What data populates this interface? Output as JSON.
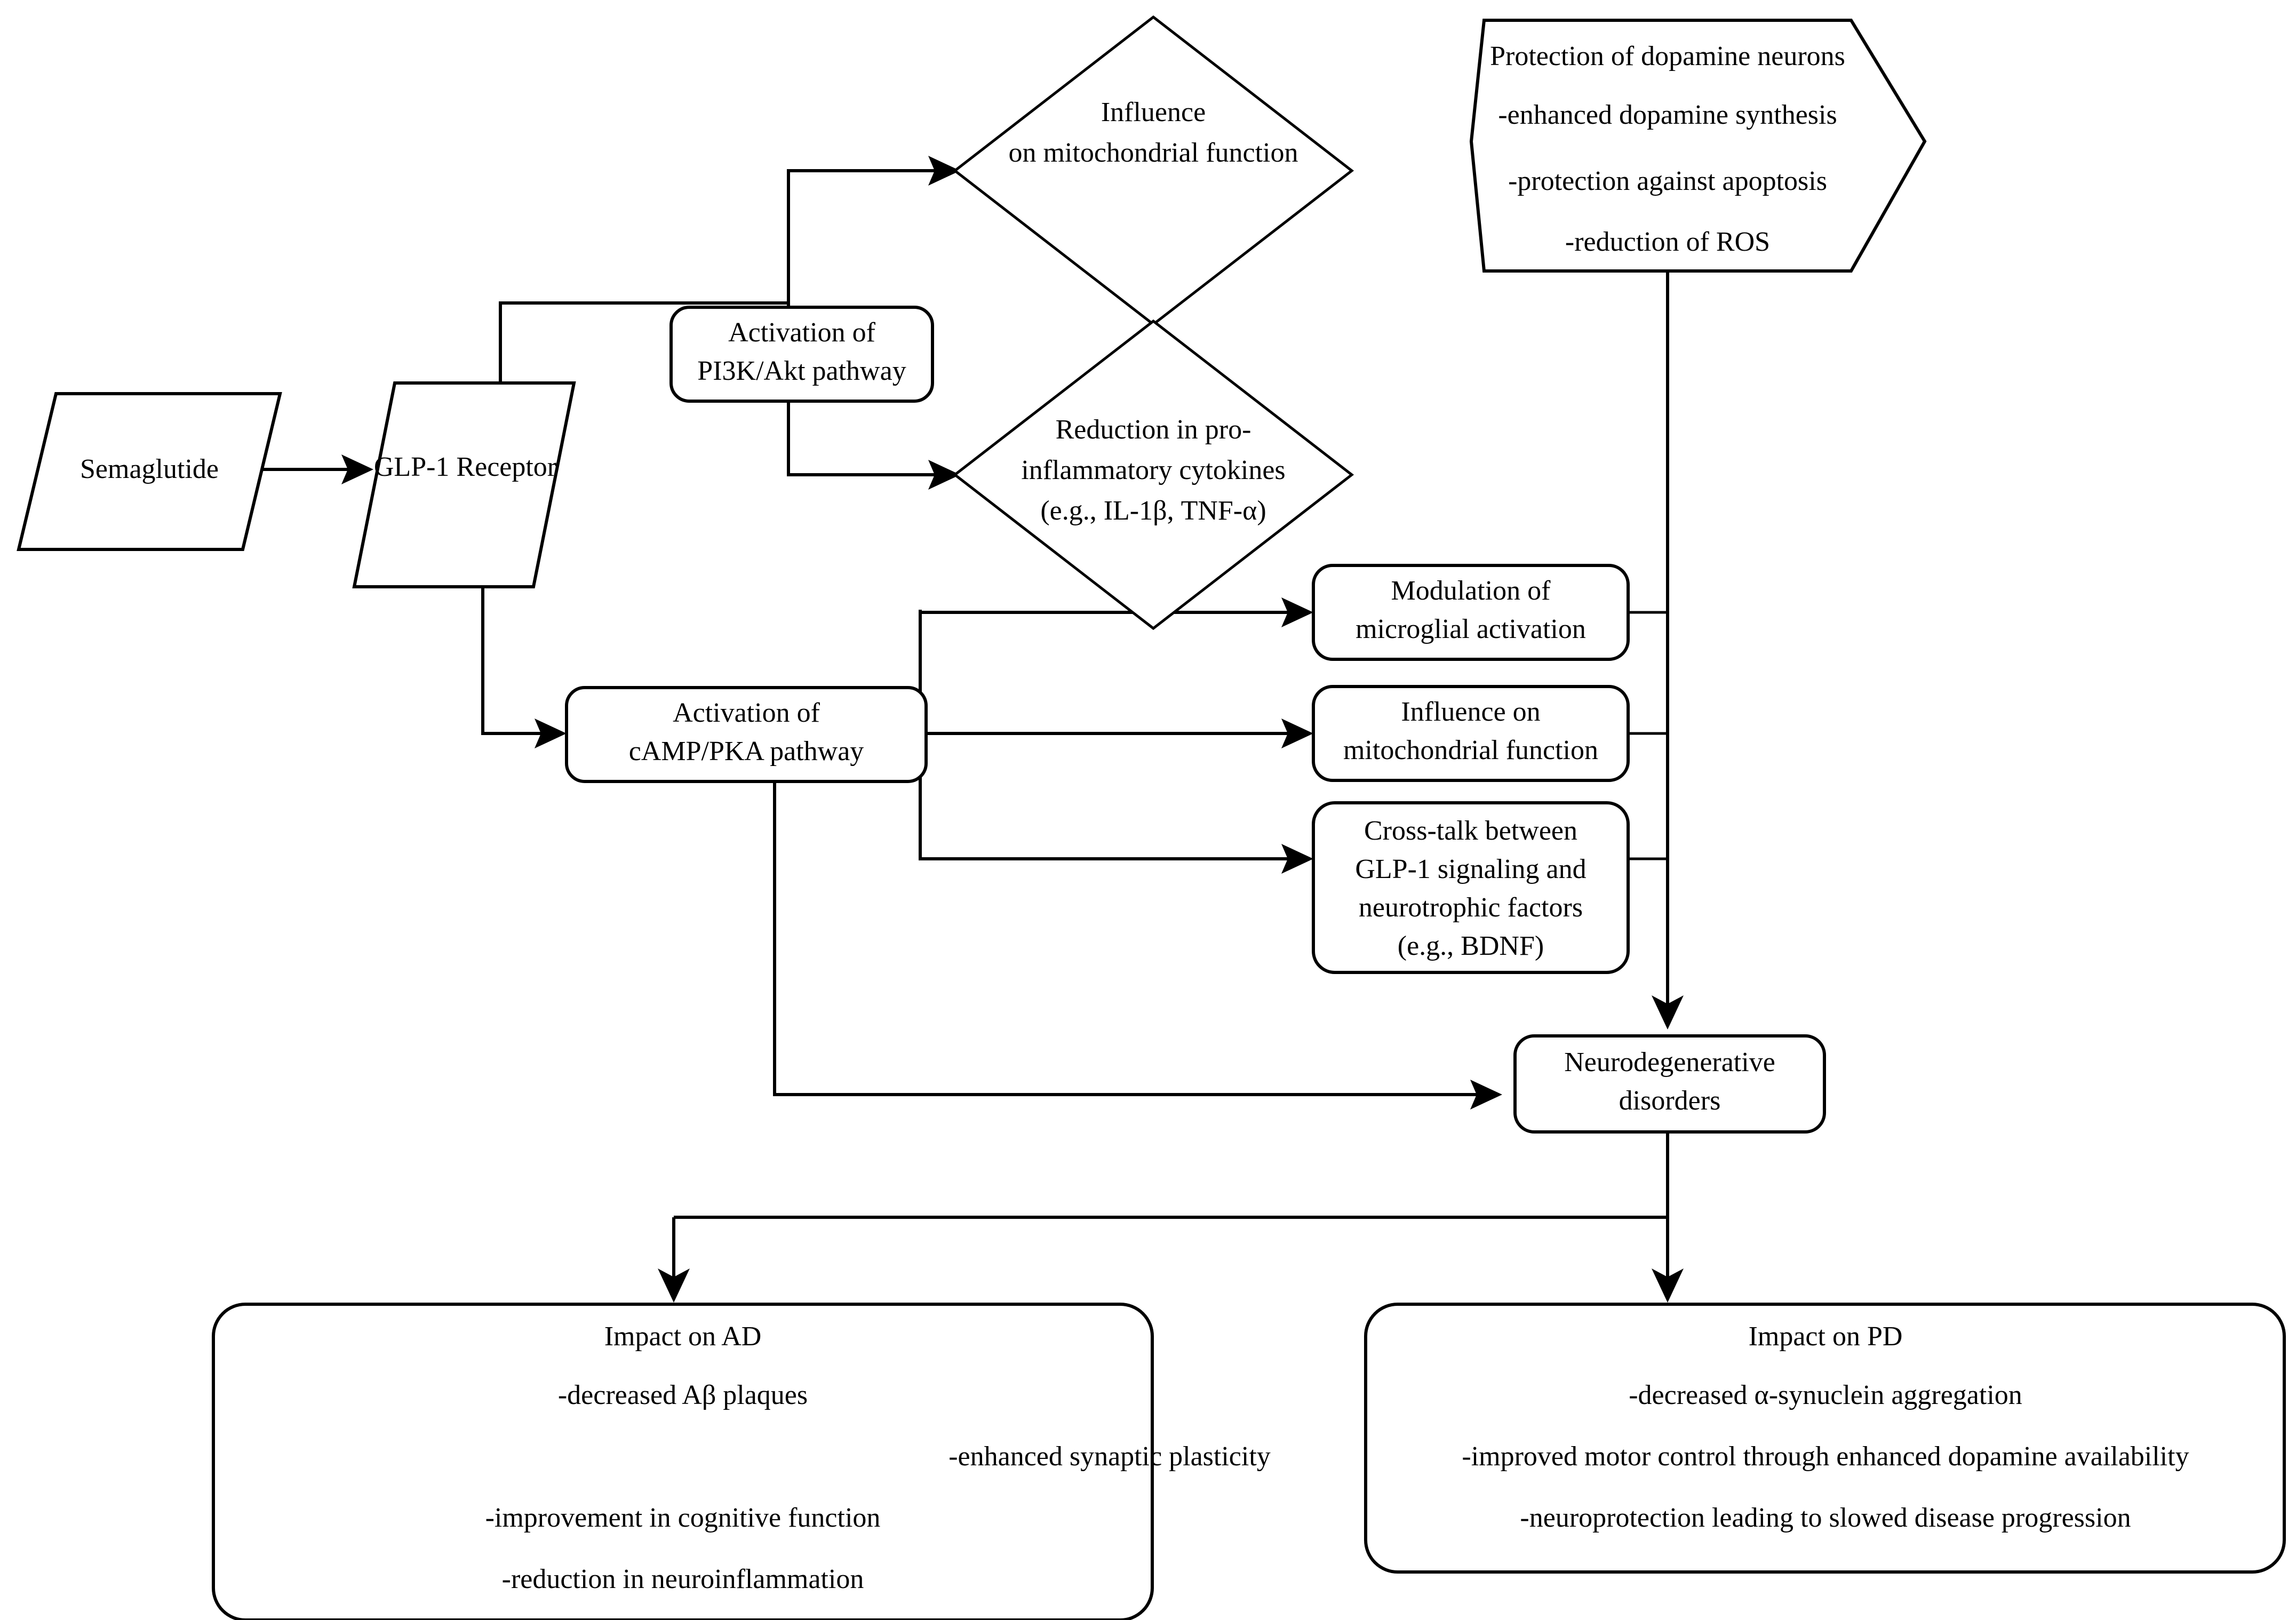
{
  "diagram": {
    "title": "Semaglutide GLP-1 receptor neuroprotection pathway flowchart",
    "accent_color": "#000000",
    "background_color": "#ffffff"
  },
  "nodes": {
    "semaglutide": {
      "shape": "parallelogram",
      "label": "Semaglutide"
    },
    "glp1_receptor": {
      "shape": "parallelogram",
      "label": "GLP-1 Receptor"
    },
    "pi3k_akt": {
      "shape": "rounded-rectangle",
      "line1": "Activation of",
      "line2": "PI3K/Akt pathway"
    },
    "camp_pka": {
      "shape": "rounded-rectangle",
      "line1": "Activation of",
      "line2": "cAMP/PKA pathway"
    },
    "diamond_mito": {
      "shape": "diamond",
      "line1": "Influence",
      "line2": "on mitochondrial function"
    },
    "diamond_cytokines": {
      "shape": "diamond",
      "line1": "Reduction in pro-",
      "line2": "inflammatory cytokines",
      "line3": "(e.g., IL-1β, TNF-α)"
    },
    "hexagon_dopamine": {
      "shape": "hexagon",
      "line1": "Protection of dopamine neurons",
      "line2": "-enhanced dopamine synthesis",
      "line3": "-protection against apoptosis",
      "line4": "-reduction of ROS"
    },
    "microglial": {
      "shape": "rounded-rectangle",
      "line1": "Modulation of",
      "line2": "microglial activation"
    },
    "mito_influence": {
      "shape": "rounded-rectangle",
      "line1": "Influence on",
      "line2": "mitochondrial function"
    },
    "crosstalk": {
      "shape": "rounded-rectangle",
      "line1": "Cross-talk between",
      "line2": "GLP-1 signaling and",
      "line3": "neurotrophic factors",
      "line4": "(e.g., BDNF)"
    },
    "neurodegenerative": {
      "shape": "rounded-rectangle",
      "line1": "Neurodegenerative",
      "line2": "disorders"
    },
    "impact_ad": {
      "shape": "rounded-rectangle",
      "title": "Impact on AD",
      "line1": "-decreased Aβ plaques",
      "line2": "-enhanced synaptic plasticity",
      "line3": "-improvement in cognitive function",
      "line4": "-reduction in neuroinflammation"
    },
    "impact_pd": {
      "shape": "rounded-rectangle",
      "title": "Impact on PD",
      "line1": "-decreased α-synuclein aggregation",
      "line2": "-improved motor control through enhanced dopamine availability",
      "line3": "-neuroprotection leading to slowed disease progression"
    }
  },
  "edges": [
    {
      "from": "semaglutide",
      "to": "glp1_receptor",
      "arrow": true
    },
    {
      "from": "glp1_receptor",
      "to": "pi3k_akt",
      "arrow": true
    },
    {
      "from": "glp1_receptor",
      "to": "camp_pka",
      "arrow": true
    },
    {
      "from": "pi3k_akt",
      "to": "diamond_mito",
      "arrow": true
    },
    {
      "from": "pi3k_akt",
      "to": "diamond_cytokines",
      "arrow": true
    },
    {
      "from": "camp_pka",
      "to": "microglial",
      "arrow": true
    },
    {
      "from": "camp_pka",
      "to": "mito_influence",
      "arrow": true
    },
    {
      "from": "camp_pka",
      "to": "crosstalk",
      "arrow": true
    },
    {
      "from": "camp_pka",
      "to": "neurodegenerative",
      "arrow": true
    },
    {
      "from": "hexagon_dopamine",
      "to": "neurodegenerative",
      "arrow": true
    },
    {
      "from": "microglial",
      "to": "neurodegenerative",
      "arrow": false
    },
    {
      "from": "mito_influence",
      "to": "neurodegenerative",
      "arrow": false
    },
    {
      "from": "crosstalk",
      "to": "neurodegenerative",
      "arrow": false
    },
    {
      "from": "neurodegenerative",
      "to": "impact_ad",
      "arrow": true
    },
    {
      "from": "neurodegenerative",
      "to": "impact_pd",
      "arrow": true
    }
  ]
}
